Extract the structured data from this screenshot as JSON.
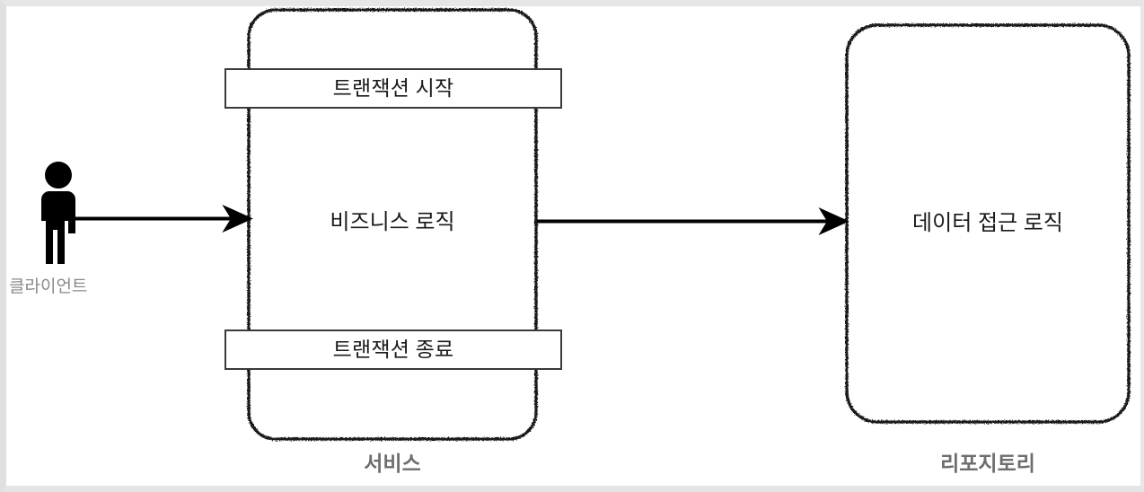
{
  "diagram": {
    "type": "layered-architecture-flow",
    "background_color": "#ffffff",
    "frame_color": "#e2e2e2",
    "stroke_color": "#111111",
    "muted_text_color": "#6e6e6e",
    "actor": {
      "icon": "person-actor-icon",
      "label": "클라이언트"
    },
    "nodes": [
      {
        "id": "service",
        "title": "서비스",
        "caption": "비즈니스 로직",
        "style": "sketchy-rounded-rect",
        "bars": [
          {
            "id": "txn-begin",
            "label": "트랜잭션 시작",
            "position": "top"
          },
          {
            "id": "txn-end",
            "label": "트랜잭션 종료",
            "position": "bottom"
          }
        ]
      },
      {
        "id": "repository",
        "title": "리포지토리",
        "caption": "데이터 접근 로직",
        "style": "sketchy-rounded-rect",
        "bars": []
      }
    ],
    "edges": [
      {
        "id": "client-to-service",
        "from": "클라이언트",
        "to": "서비스",
        "arrow": "single",
        "label": ""
      },
      {
        "id": "service-to-repository",
        "from": "서비스",
        "to": "리포지토리",
        "arrow": "single",
        "label": ""
      }
    ]
  }
}
